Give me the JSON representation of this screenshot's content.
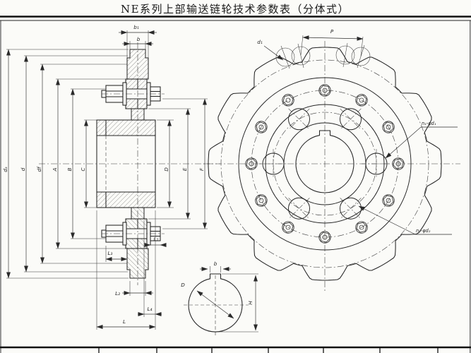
{
  "title": "NE系列上部输送链轮技术参数表（分体式）",
  "colors": {
    "line": "#242424",
    "paper": "#fbfbf8",
    "thin": "#3a3a3a"
  },
  "section_view": {
    "dims": {
      "b1": "b₁",
      "b": "b",
      "da": "dₐ",
      "d": "d",
      "df": "df",
      "A": "A",
      "B": "B",
      "C": "C",
      "D": "D",
      "E": "E",
      "F": "F",
      "L": "L",
      "L1": "L₁",
      "L2": "L₂",
      "L3": "L₃",
      "L4": "L₄"
    }
  },
  "front_view": {
    "dims": {
      "P": "P",
      "d1": "d₁",
      "n1": "n₁-φd₁",
      "n2": "n₂-φd₂"
    },
    "teeth_count": 12,
    "clamp_bolt_count": 12,
    "large_hole_count": 6,
    "pocket_count": 4
  },
  "detail_view": {
    "dims": {
      "b": "b",
      "D": "D",
      "H": "H"
    }
  },
  "param_table": {
    "visible_columns": 8
  }
}
